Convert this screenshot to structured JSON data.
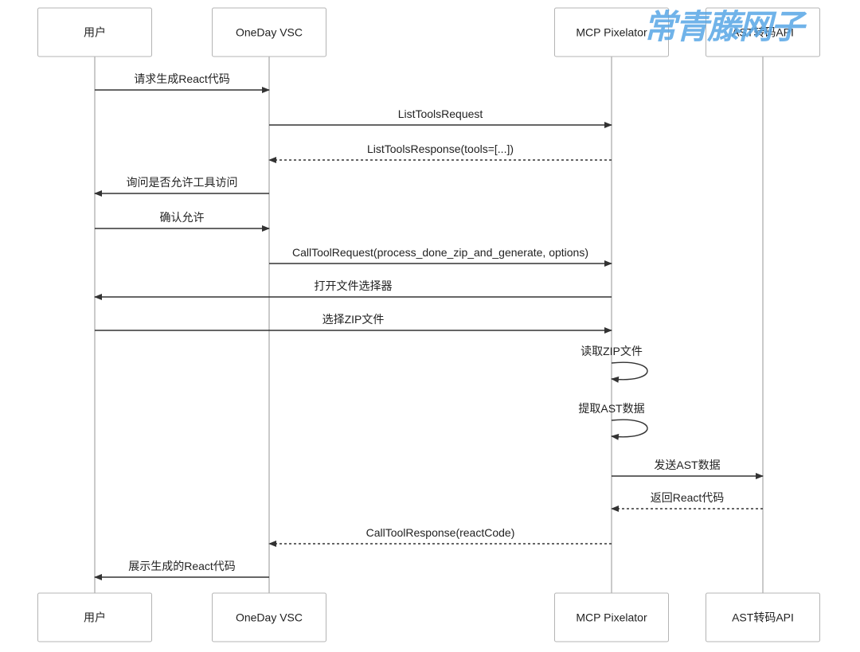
{
  "participants": [
    {
      "name": "用户"
    },
    {
      "name": "OneDay VSC"
    },
    {
      "name": "MCP Pixelator"
    },
    {
      "name": "AST转码API"
    }
  ],
  "messages": [
    {
      "from": 0,
      "to": 1,
      "label": "请求生成React代码",
      "dashed": false
    },
    {
      "from": 1,
      "to": 2,
      "label": "ListToolsRequest",
      "dashed": false
    },
    {
      "from": 2,
      "to": 1,
      "label": "ListToolsResponse(tools=[...])",
      "dashed": true
    },
    {
      "from": 1,
      "to": 0,
      "label": "询问是否允许工具访问",
      "dashed": false
    },
    {
      "from": 0,
      "to": 1,
      "label": "确认允许",
      "dashed": false
    },
    {
      "from": 1,
      "to": 2,
      "label": "CallToolRequest(process_done_zip_and_generate, options)",
      "dashed": false
    },
    {
      "from": 2,
      "to": 0,
      "label": "打开文件选择器",
      "dashed": false
    },
    {
      "from": 0,
      "to": 2,
      "label": "选择ZIP文件",
      "dashed": false
    },
    {
      "from": 2,
      "to": 2,
      "label": "读取ZIP文件",
      "dashed": false,
      "self": true
    },
    {
      "from": 2,
      "to": 2,
      "label": "提取AST数据",
      "dashed": false,
      "self": true
    },
    {
      "from": 2,
      "to": 3,
      "label": "发送AST数据",
      "dashed": false
    },
    {
      "from": 3,
      "to": 2,
      "label": "返回React代码",
      "dashed": true
    },
    {
      "from": 2,
      "to": 1,
      "label": "CallToolResponse(reactCode)",
      "dashed": true
    },
    {
      "from": 1,
      "to": 0,
      "label": "展示生成的React代码",
      "dashed": false
    }
  ],
  "watermark": "常青藤网子"
}
